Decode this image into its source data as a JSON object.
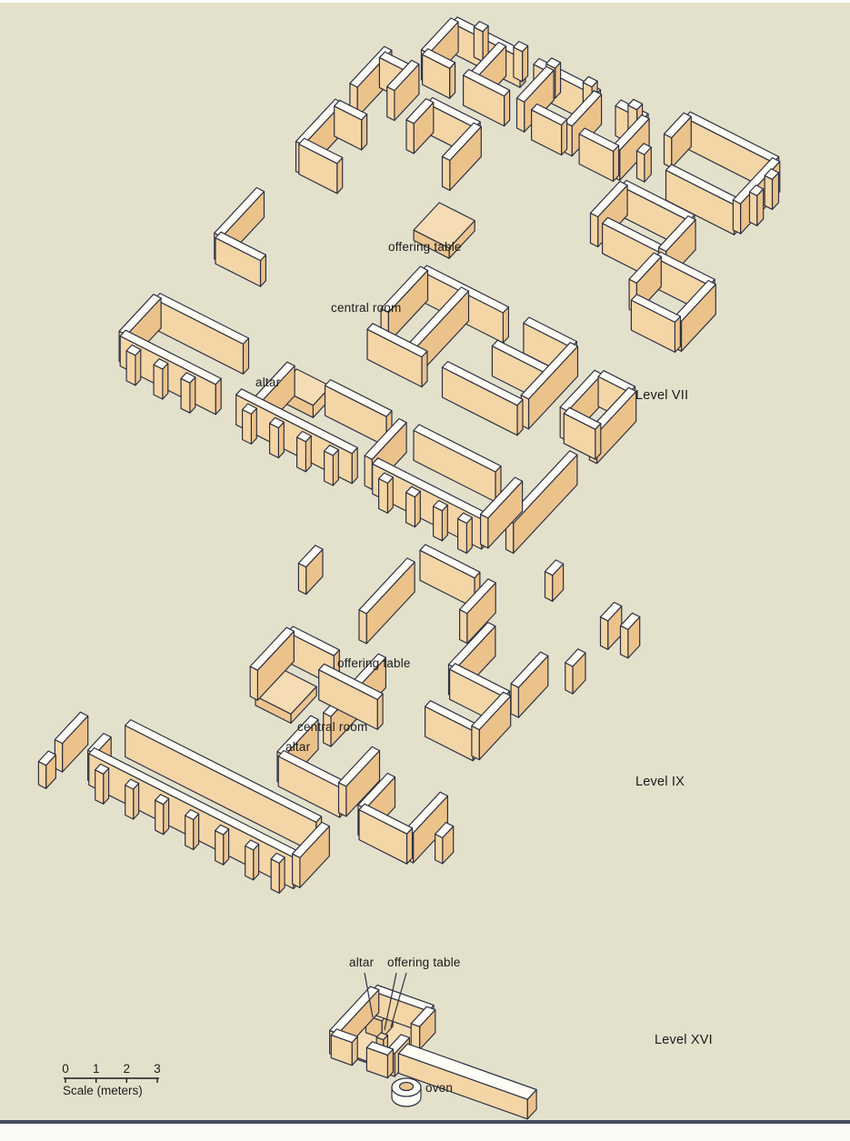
{
  "levels": {
    "level7": {
      "title": "Level VII",
      "labels": {
        "offering_table": "offering table",
        "central_room": "central room",
        "altar": "altar"
      }
    },
    "level9": {
      "title": "Level IX",
      "labels": {
        "offering_table": "offering table",
        "central_room": "central room",
        "altar": "altar"
      }
    },
    "level16": {
      "title": "Level XVI",
      "labels": {
        "altar": "altar",
        "offering_table": "offering table",
        "oven": "oven"
      }
    }
  },
  "scale_bar": {
    "tick_labels": [
      "0",
      "1",
      "2",
      "3"
    ],
    "caption": "Scale (meters)"
  },
  "colors": {
    "background": "#e3e1cc",
    "wall_top": "#fdfcf5",
    "wall_face_right": "#ecc28b",
    "wall_face_left": "#f4d5a6",
    "slab_top": "#f6dcb4",
    "slab_face": "#ecc58f",
    "outline": "#2c3142",
    "label_text": "#1b1b1b",
    "bottom_rule": "#434b5d"
  }
}
